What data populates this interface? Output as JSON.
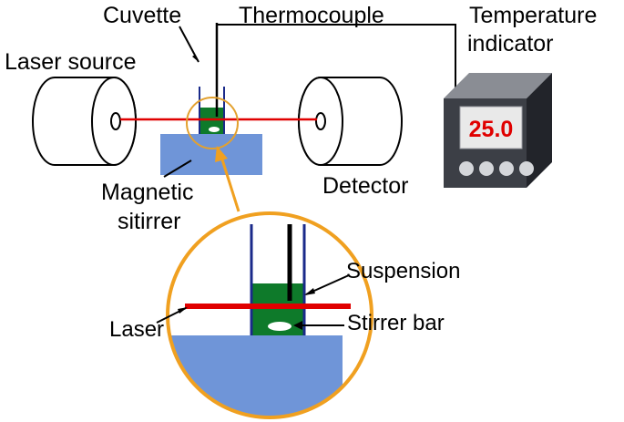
{
  "labels": {
    "cuvette": "Cuvette",
    "thermocouple": "Thermocouple",
    "temperature_indicator_line1": "Temperature",
    "temperature_indicator_line2": "indicator",
    "laser_source": "Laser source",
    "detector": "Detector",
    "magnetic_stirrer_line1": "Magnetic",
    "magnetic_stirrer_line2": "sitirrer",
    "suspension": "Suspension",
    "laser": "Laser",
    "stirrer_bar": "Stirrer bar"
  },
  "indicator": {
    "display_value": "25.0"
  },
  "colors": {
    "laser_beam": "#e00000",
    "suspension": "#0e7a2a",
    "stirrer_base": "#6f95d8",
    "zoom_circle": "#f0a020",
    "indicator_body": "#3c3f46",
    "display_text": "#e00000"
  }
}
